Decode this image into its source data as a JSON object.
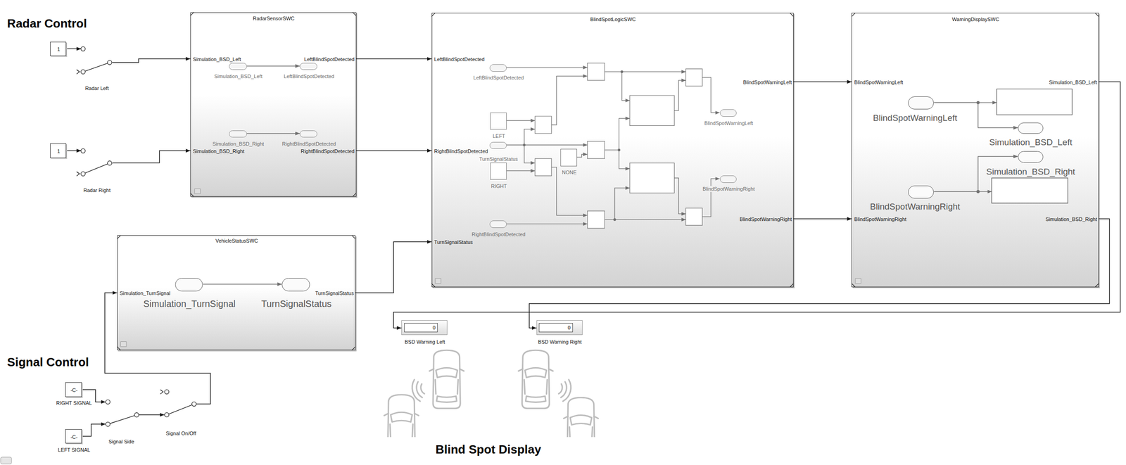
{
  "diagram": {
    "nodes": [
      {
        "text": [
          "1"
        ]
      },
      {
        "text": [
          "Radar Left"
        ]
      },
      {
        "text": [
          "1"
        ]
      },
      {
        "text": [
          "Radar Right"
        ]
      },
      {
        "text": [
          "RadarSensorSWC",
          "Simulation_BSD_Left",
          "LeftBlindSpotDetected",
          "Simulation_BSD_Right",
          "RightBlindSpotDetected"
        ]
      },
      {
        "text": [
          "Simulation_BSD_Left"
        ],
        "in": 4
      },
      {
        "text": [
          "LeftBlindSpotDetected"
        ],
        "in": 4
      },
      {
        "text": [
          "Simulation_BSD_Right"
        ],
        "in": 4
      },
      {
        "text": [
          "RightBlindSpotDetected"
        ],
        "in": 4
      },
      {
        "text": [
          "BlindSpotLogicSWC",
          "LeftBlindSpotDetected",
          "RightBlindSpotDetected",
          "TurnSignalStatus",
          "BlindSpotWarningLeft",
          "BlindSpotWarningRight"
        ]
      },
      {
        "text": [
          "LeftBlindSpotDetected"
        ],
        "in": 9
      },
      {
        "text": [
          "LEFT"
        ],
        "in": 9
      },
      {
        "text": [
          "TurnSignalStatus"
        ],
        "in": 9
      },
      {
        "text": [
          "NONE"
        ],
        "in": 9
      },
      {
        "text": [
          "RIGHT"
        ],
        "in": 9
      },
      {
        "text": [
          "RightBlindSpotDetected"
        ],
        "in": 9
      },
      {
        "text": [
          "BlindSpotWarningLeft"
        ],
        "in": 9
      },
      {
        "text": [
          "BlindSpotWarningRight"
        ],
        "in": 9
      },
      {
        "text": [
          "WarningDisplaySWC",
          "BlindSpotWarningLeft",
          "BlindSpotWarningRight",
          "Simulation_BSD_Left",
          "Simulation_BSD_Right"
        ]
      },
      {
        "text": [
          "BlindSpotWarningLeft"
        ],
        "in": 18
      },
      {
        "text": [
          "Simulation_BSD_Left"
        ],
        "in": 18
      },
      {
        "text": [
          "Simulation_BSD_Right"
        ],
        "in": 18
      },
      {
        "text": [
          "BlindSpotWarningRight"
        ],
        "in": 18
      },
      {
        "text": [
          "VehicleStatusSWC",
          "Simulation_TurnSignal",
          "TurnSignalStatus"
        ]
      },
      {
        "text": [
          "Simulation_TurnSignal"
        ],
        "in": 23
      },
      {
        "text": [
          "TurnSignalStatus"
        ],
        "in": 23
      },
      {
        "text": [
          "0",
          "BSD Warning Left"
        ]
      },
      {
        "text": [
          "0",
          "BSD Warning Right"
        ]
      },
      {
        "text": [
          "-C-",
          "RIGHT SIGNAL"
        ]
      },
      {
        "text": [
          "-C-",
          "LEFT SIGNAL"
        ]
      },
      {
        "text": [
          "Signal Side"
        ]
      },
      {
        "text": [
          "Signal On/Off"
        ]
      }
    ],
    "edges": [
      {
        "from": 0,
        "to": 1,
        "arrow": "to"
      },
      {
        "from": 1,
        "to": 4,
        "arrow": "to"
      },
      {
        "from": 2,
        "to": 3,
        "arrow": "to"
      },
      {
        "from": 3,
        "to": 4,
        "arrow": "to"
      },
      {
        "from": 5,
        "to": 6,
        "arrow": "to"
      },
      {
        "from": 7,
        "to": 8,
        "arrow": "to"
      },
      {
        "from": 4,
        "to": 9,
        "arrow": "to"
      },
      {
        "from": 4,
        "to": 9,
        "arrow": "to"
      },
      {
        "from": 23,
        "to": 9,
        "arrow": "to"
      },
      {
        "from": 24,
        "to": 25,
        "arrow": "to"
      },
      {
        "from": 9,
        "to": 18,
        "arrow": "to"
      },
      {
        "from": 9,
        "to": 18,
        "arrow": "to"
      },
      {
        "from": 19,
        "to": 20,
        "arrow": "to"
      },
      {
        "from": 22,
        "to": 21,
        "arrow": "to"
      },
      {
        "from": 18,
        "to": 26,
        "arrow": "to"
      },
      {
        "from": 18,
        "to": 27,
        "arrow": "to"
      },
      {
        "from": 28,
        "to": 30,
        "arrow": "to"
      },
      {
        "from": 29,
        "to": 30,
        "arrow": "to"
      },
      {
        "from": 30,
        "to": 31,
        "arrow": "to"
      },
      {
        "from": 31,
        "to": 23,
        "arrow": "to"
      }
    ],
    "labels": [
      "Radar Control",
      "Signal Control",
      "Blind Spot Display"
    ]
  }
}
